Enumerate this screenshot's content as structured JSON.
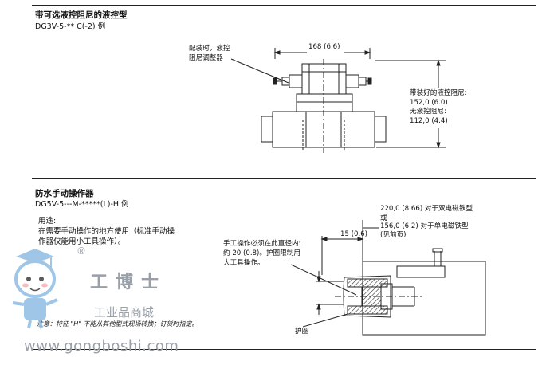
{
  "section1": {
    "title": "带可选液控阻尼的液控型",
    "model": "DG3V-5-** C(-2) 例",
    "callout_adjuster_line1": "配装时，液控",
    "callout_adjuster_line2": "阻尼调整器",
    "dim_width": "168 (6.6)",
    "height_note_title": "带装好的液控阻尼:",
    "height_value1": "152,0 (6.0)",
    "height_note_without": "无液控阻尼:",
    "height_value2": "112,0 (4.4)"
  },
  "section2": {
    "title": "防水手动操作器",
    "model": "DG5V-5---M-*****(L)-H 例",
    "usage_label": "用途:",
    "usage_line1": "在需要手动操作的地方使用（标准手动操",
    "usage_line2": "作器仅能用小工具操作）。",
    "dim_double": "220,0 (8.66) 对于双电磁铁型",
    "or_text": "或",
    "dim_single": "156,0 (6.2) 对于单电磁铁型",
    "see_front": "(见前页)",
    "dim_offset": "15 (0.6)",
    "note_line1": "手工操作必须在此直径内:",
    "note_line2": "约 20 (0.8)。护圈限制用",
    "note_line3": "大工具操作。",
    "guard_label": "护圈",
    "footnote": "注意：特征 \"H\" 不能从其他型式现场转换；订货时指定。"
  },
  "watermark": {
    "brand_cn": "工博士",
    "registered": "®",
    "mall": "工业品商城",
    "url": "www.gongboshi.com"
  },
  "colors": {
    "mascot_blue": "#7fb2e0",
    "mascot_face": "#f2a3a8",
    "watermark_gray": "#9aa0a8",
    "hatch": "#333333"
  }
}
